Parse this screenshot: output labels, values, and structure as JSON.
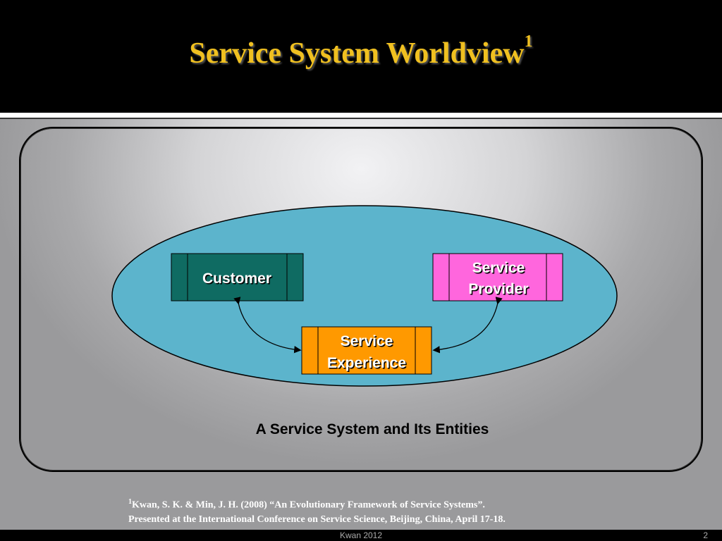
{
  "slide": {
    "title": "Service System Worldview",
    "title_superscript": "1",
    "caption": "A Service System and Its Entities",
    "footnote": {
      "marker": "1",
      "line1": "Kwan, S. K. & Min, J. H. (2008) “An Evolutionary Framework of Service Systems”.",
      "line2": "Presented at the International Conference on Service Science, Beijing, China, April 17-18."
    },
    "footer_text": "Kwan  2012",
    "page_number": "2"
  },
  "diagram": {
    "customer": {
      "label": "Customer"
    },
    "provider": {
      "line1": "Service",
      "line2": "Provider"
    },
    "experience": {
      "line1": "Service",
      "line2": "Experience"
    }
  },
  "colors": {
    "title": "#f0c020",
    "ellipse": "#5cb4cc",
    "customer": "#0f6b62",
    "provider": "#ff66dd",
    "experience": "#ff9900"
  }
}
